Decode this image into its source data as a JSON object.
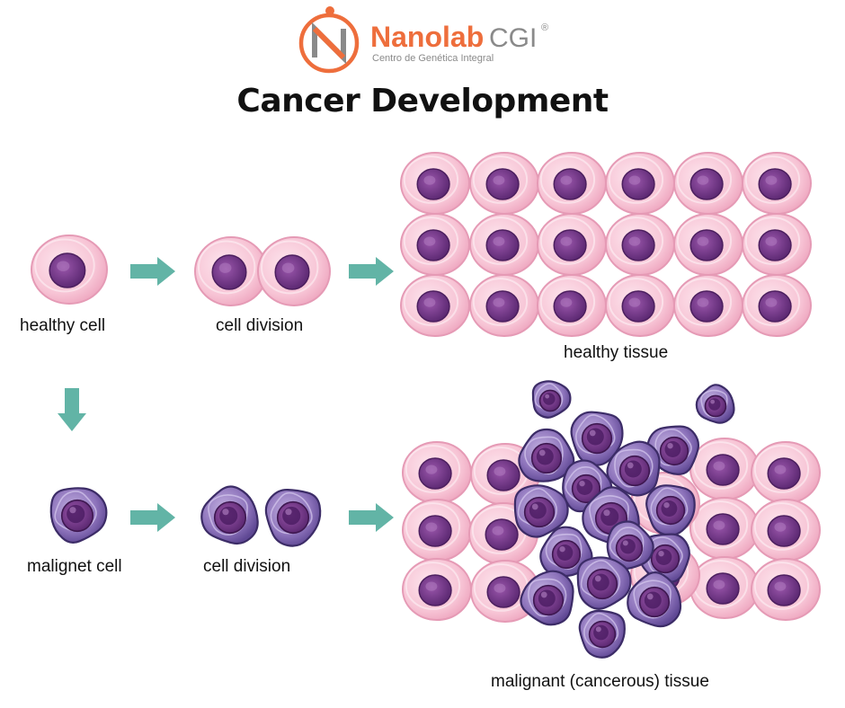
{
  "logo": {
    "name": "Nanolab",
    "suffix": "CGI",
    "registered": "®",
    "tagline": "Centro de Genética Integral",
    "mark": "N"
  },
  "title": "Cancer Development",
  "labels": {
    "healthy_cell": "healthy cell",
    "cell_division_healthy": "cell division",
    "healthy_tissue": "healthy tissue",
    "malignant_cell": "malignet cell",
    "cell_division_malignant": "cell division",
    "malignant_tissue": "malignant (cancerous) tissue"
  },
  "colors": {
    "healthy_fill": "#f7c7d6",
    "healthy_edge": "#e59ab5",
    "nucleus": "#7a3b8e",
    "malignant_fill": "#8b70b8",
    "malignant_edge": "#3c2c67",
    "arrow": "#62b4a6",
    "logo_orange": "#ee6e3c",
    "logo_gray": "#8a8a8a"
  }
}
